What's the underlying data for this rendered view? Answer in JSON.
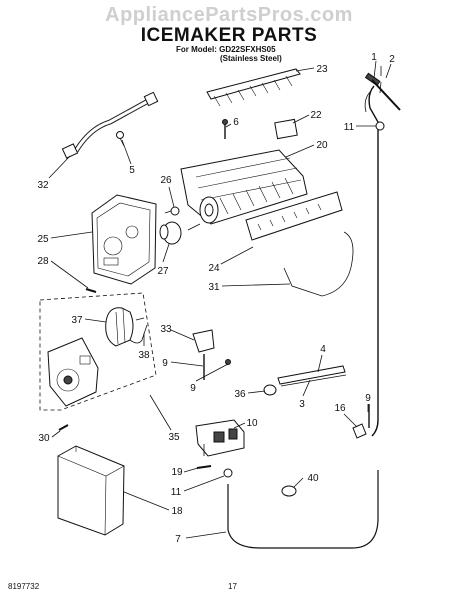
{
  "watermark": "AppliancePartsPros.com",
  "title": "ICEMAKER PARTS",
  "model_line": "For Model: GD22SFXHS05",
  "finish_line": "(Stainless Steel)",
  "doc_number": "8197732",
  "page_number": "17",
  "callouts": [
    "1",
    "2",
    "23",
    "6",
    "22",
    "11",
    "5",
    "20",
    "32",
    "26",
    "25",
    "28",
    "27",
    "24",
    "31",
    "37",
    "33",
    "38",
    "9",
    "9",
    "4",
    "36",
    "3",
    "16",
    "9",
    "10",
    "30",
    "35",
    "19",
    "40",
    "11",
    "18",
    "7"
  ]
}
